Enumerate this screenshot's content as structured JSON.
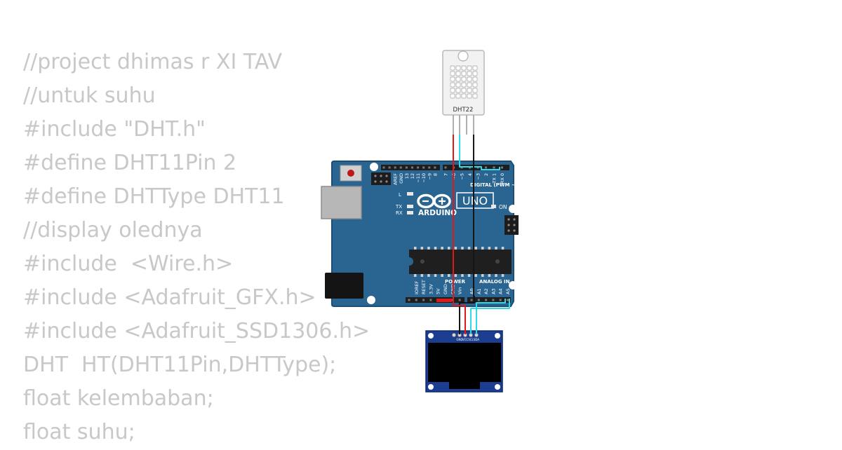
{
  "code_lines": [
    "//project dhimas r XI TAV",
    "//untuk suhu",
    "#include \"DHT.h\"",
    "#define DHT11Pin 2",
    "#define DHTType DHT11",
    "//display olednya",
    "#include  <Wire.h>",
    "#include <Adafruit_GFX.h>",
    "#include <Adafruit_SSD1306.h>",
    "DHT  HT(DHT11Pin,DHTType);",
    "float kelembaban;",
    "float suhu;"
  ],
  "sensor": {
    "label": "DHT22"
  },
  "board": {
    "brand": "ARDUINO",
    "model": "UNO",
    "digital_label": "DIGITAL (PWM ~)",
    "power_label": "POWER",
    "analog_label": "ANALOG IN",
    "on_label": "ON",
    "tx_label": "TX",
    "rx_label": "RX",
    "l_label": "L",
    "top_pins": [
      "AREF",
      "GND",
      "13",
      "12",
      "~11",
      "~10",
      "~9",
      "8",
      "7",
      "~6",
      "~5",
      "4",
      "~3",
      "2",
      "TX 1",
      "RX 0"
    ],
    "power_pins": [
      "IOREF",
      "RESET",
      "3.3V",
      "5V",
      "GND",
      "GND",
      "Vin"
    ],
    "analog_pins": [
      "A0",
      "A1",
      "A2",
      "A3",
      "A4",
      "A5"
    ]
  },
  "oled": {
    "pins": [
      "GND",
      "VCC",
      "SCL",
      "SDA"
    ]
  },
  "colors": {
    "board": "#2a6592",
    "board_edge": "#1d4f76",
    "code_text": "#c8c8c8",
    "wire_red": "#e01818",
    "wire_black": "#151515",
    "wire_cyan": "#30d8e8",
    "oled_pcb": "#1c3e90"
  }
}
